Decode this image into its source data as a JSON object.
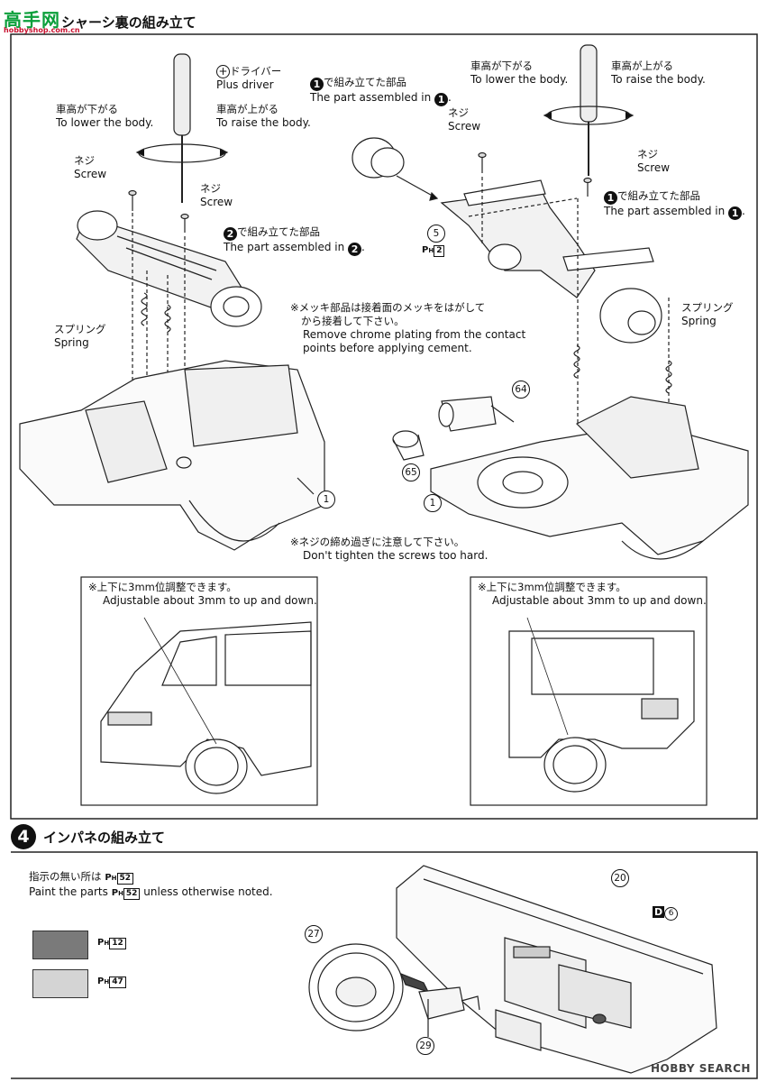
{
  "logo": {
    "main": "高手网",
    "sub": "hobbyshop.com.cn"
  },
  "step3": {
    "title": "シャーシ裏の組み立て",
    "driver_jp": "ドライバー",
    "driver_en": "Plus driver",
    "lower_jp": "車高が下がる",
    "lower_en": "To lower the body.",
    "raise_jp": "車高が上がる",
    "raise_en": "To raise the body.",
    "screw_jp": "ネジ",
    "screw_en": "Screw",
    "spring_jp": "スプリング",
    "spring_en": "Spring",
    "assembled2_jp": "で組み立てた部品",
    "assembled2_en": "The part assembled in",
    "assembled2_ref": "2",
    "assembled1_ref": "1",
    "chrome_jp1": "※メッキ部品は接着面のメッキをはがして",
    "chrome_jp2": "から接着して下さい。",
    "chrome_en1": "Remove chrome plating from the contact",
    "chrome_en2": "points before applying cement.",
    "tighten_jp": "※ネジの締め過ぎに注意して下さい。",
    "tighten_en": "Don't tighten the screws  too hard.",
    "parts": {
      "p1": "1",
      "p5": "5",
      "p64": "64",
      "p65": "65"
    },
    "ph_ref": "2",
    "adjust_jp": "※上下に3mm位調整できます。",
    "adjust_en": "Adjustable about 3mm to up and down."
  },
  "step4": {
    "number": "4",
    "title": "インパネの組み立て",
    "note_jp": "指示の無い所は",
    "note_en_a": "Paint the parts",
    "note_en_b": "unless otherwise noted.",
    "ph_default": "52",
    "swatches": [
      {
        "ref": "12",
        "color": "#7a7a7a"
      },
      {
        "ref": "47",
        "color": "#d4d4d4"
      }
    ],
    "parts": {
      "p20": "20",
      "p27": "27",
      "p29": "29",
      "d6": "6",
      "d_label": "D"
    }
  },
  "watermark": "HOBBY SEARCH"
}
